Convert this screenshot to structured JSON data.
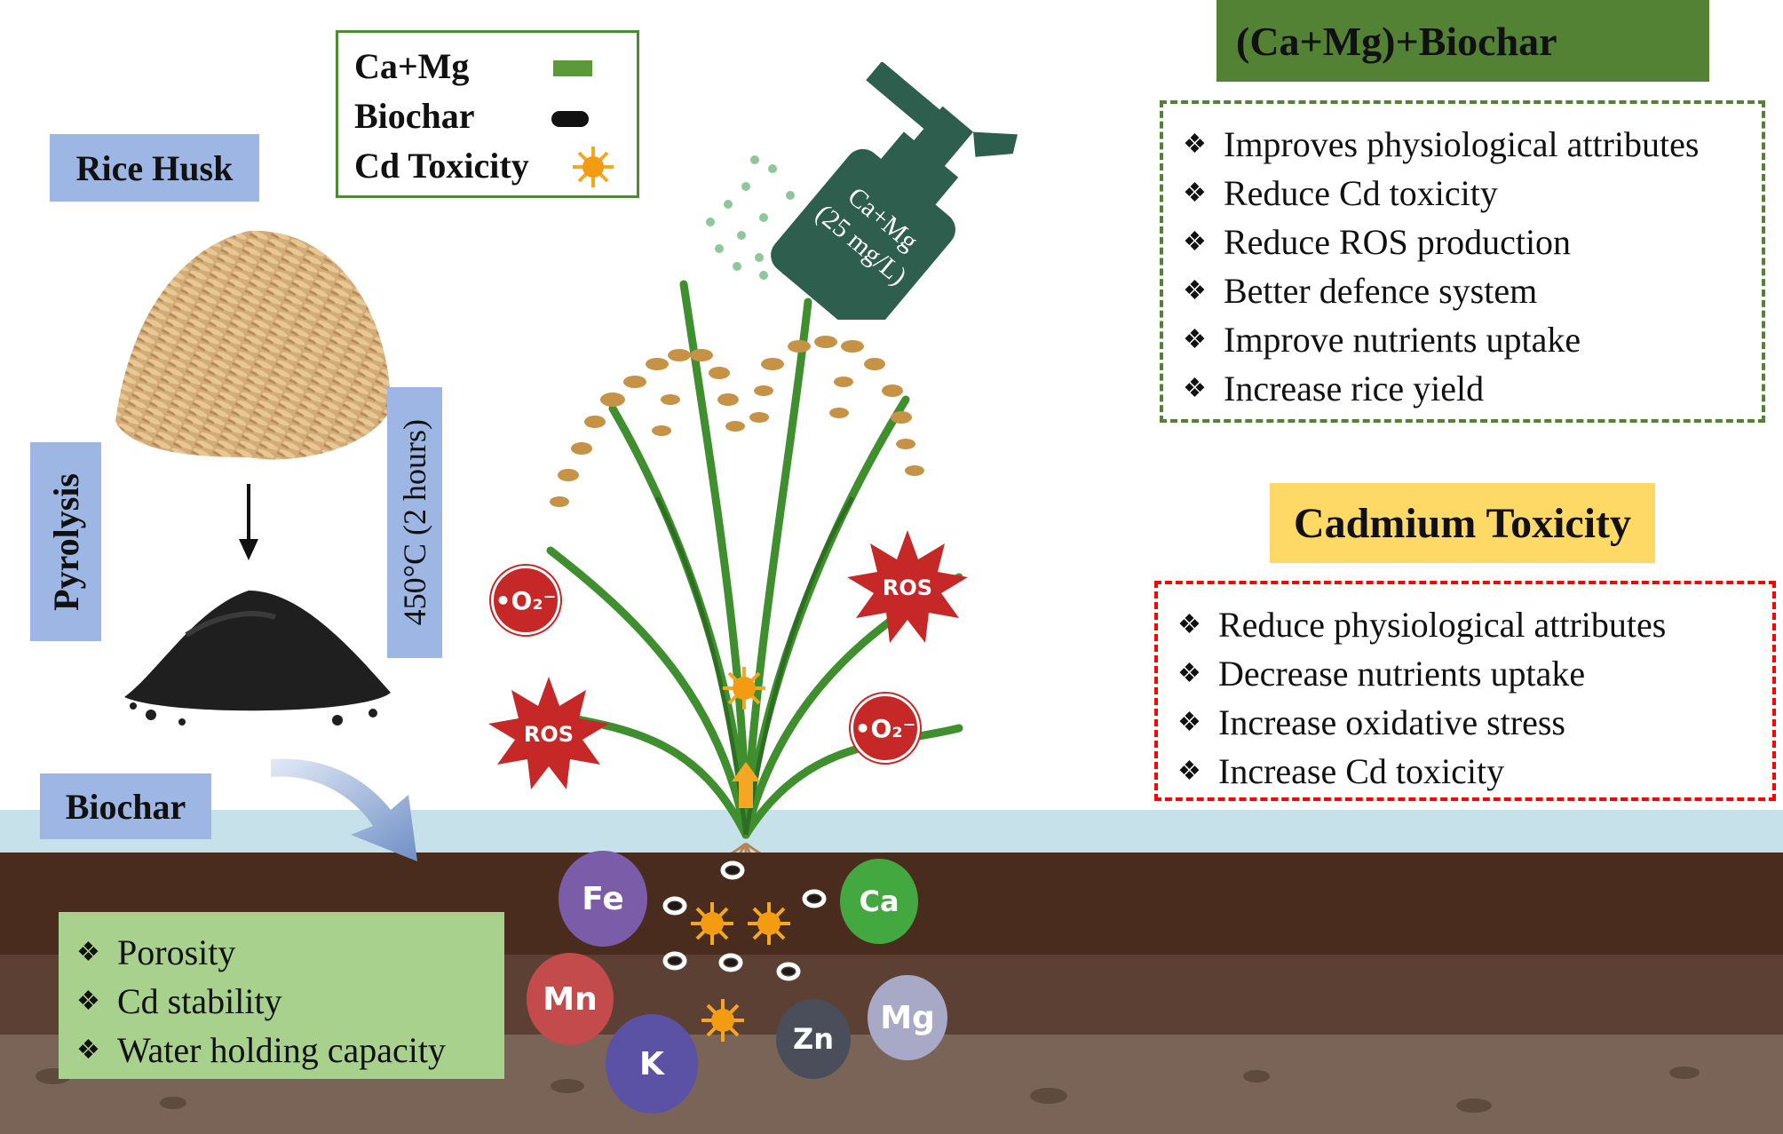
{
  "labels": {
    "rice_husk": "Rice Husk",
    "pyrolysis": "Pyrolysis",
    "temperature": "450°C (2 hours)",
    "biochar": "Biochar"
  },
  "legend": {
    "items": [
      {
        "label": "Ca+Mg",
        "symbol": "green-bar"
      },
      {
        "label": "Biochar",
        "symbol": "black-capsule"
      },
      {
        "label": "Cd Toxicity",
        "symbol": "orange-sun"
      }
    ]
  },
  "spray_bottle": {
    "line1": "Ca+Mg",
    "line2": "(25 mg/L)"
  },
  "biochar_properties": [
    "Porosity",
    "Cd stability",
    "Water holding capacity"
  ],
  "combo": {
    "title": "(Ca+Mg)+Biochar",
    "effects": [
      "Improves physiological attributes",
      "Reduce Cd toxicity",
      "Reduce ROS production",
      "Better defence system",
      "Improve nutrients uptake",
      "Increase rice yield"
    ]
  },
  "cadmium": {
    "title": "Cadmium Toxicity",
    "effects": [
      "Reduce physiological attributes",
      "Decrease nutrients uptake",
      "Increase oxidative stress",
      "Increase Cd toxicity"
    ]
  },
  "stress_markers": {
    "ros": "ROS",
    "superoxide": "•O₂⁻"
  },
  "nutrients": [
    "Fe",
    "Ca",
    "Mn",
    "Mg",
    "K",
    "Zn"
  ],
  "colors": {
    "combo_green": "#548235",
    "cd_yellow": "#ffd966",
    "cd_red": "#ff0000",
    "label_blue": "#9db6e3",
    "props_green": "#a9d18e"
  }
}
